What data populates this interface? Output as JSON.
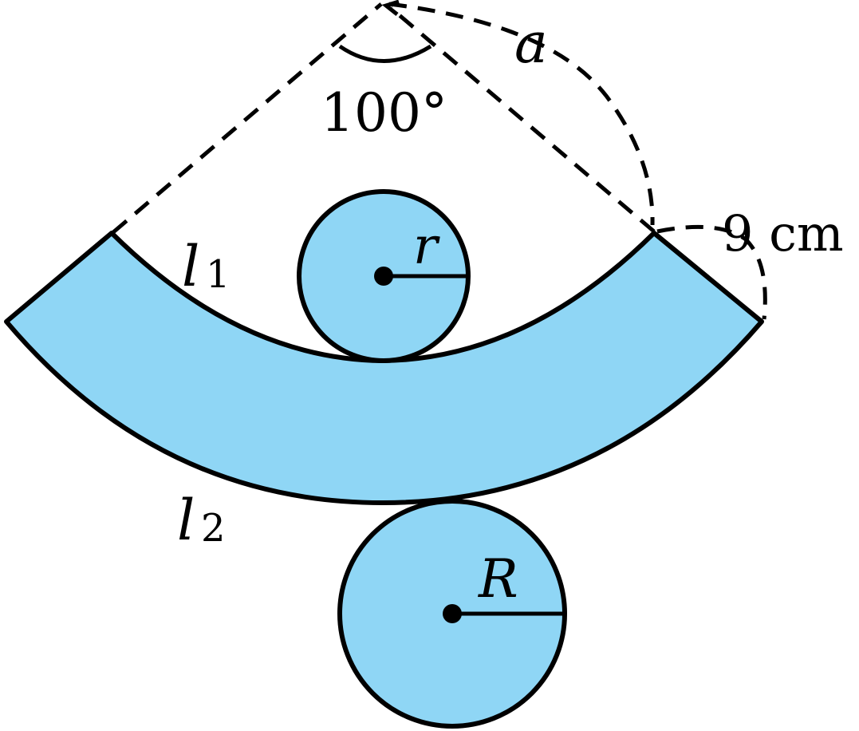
{
  "labels": {
    "angle": "100°",
    "arc": "a",
    "inner_arc": "l",
    "inner_arc_sub": "1",
    "outer_arc": "l",
    "outer_arc_sub": "2",
    "small_radius": "r",
    "large_radius": "R",
    "width": "9 cm"
  },
  "colors": {
    "fill": "#8fd6f5",
    "stroke": "#000000"
  }
}
